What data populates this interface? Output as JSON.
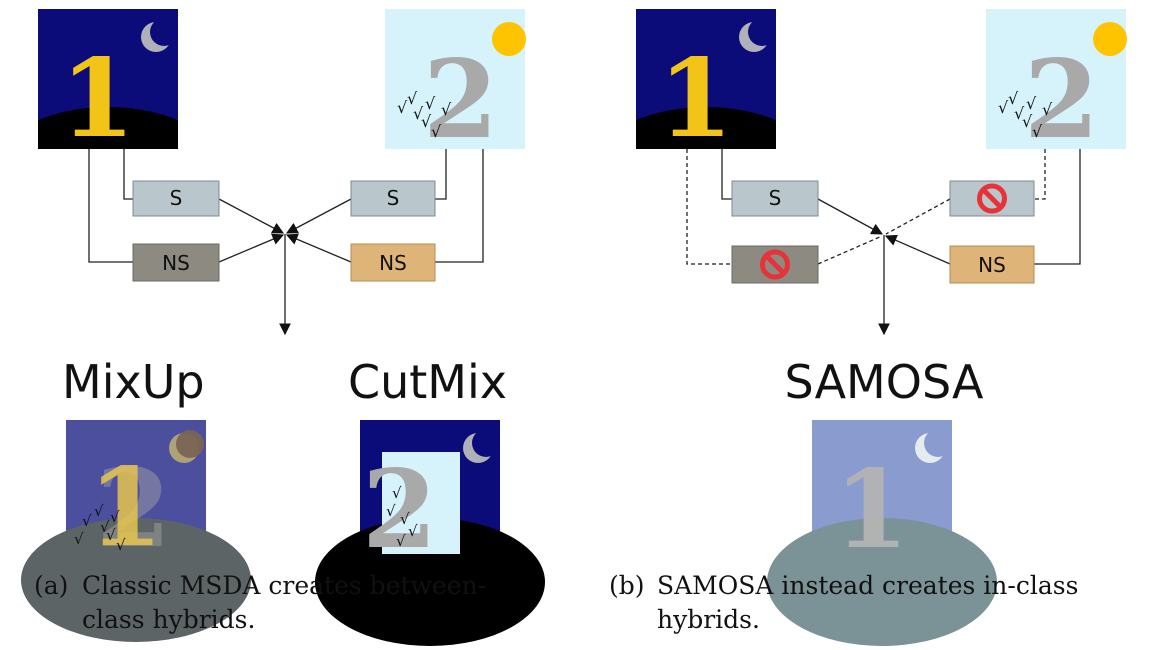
{
  "panels": {
    "a": {
      "box_s_left": "S",
      "box_ns_left": "NS",
      "box_s_right": "S",
      "box_ns_right": "NS",
      "output_left_label": "MixUp",
      "output_right_label": "CutMix",
      "caption_tag": "(a)",
      "caption_line1": "Classic MSDA creates between-",
      "caption_line2": "class hybrids."
    },
    "b": {
      "box_s_left": "S",
      "box_ns_right": "NS",
      "output_label": "SAMOSA",
      "caption_tag": "(b)",
      "caption_line1": "SAMOSA instead creates in-class",
      "caption_line2": "hybrids."
    }
  },
  "images": {
    "class1_digit": "1",
    "class2_digit": "2",
    "check_mark": "√"
  },
  "colors": {
    "night_sky": "#0b0b7a",
    "digit_gold": "#f2c418",
    "moon": "#b0b0b8",
    "day_sky": "#d6f3fb",
    "sun": "#ffc400",
    "digit_grey": "#a9a9a9",
    "box_s": "#b9c6cb",
    "box_ns_grey": "#8d8a82",
    "box_ns_orange": "#dfb478",
    "forbidden_red": "#e8323a"
  },
  "icons": [
    "moon-icon",
    "sun-icon",
    "forbidden-icon",
    "arrow-icon"
  ]
}
